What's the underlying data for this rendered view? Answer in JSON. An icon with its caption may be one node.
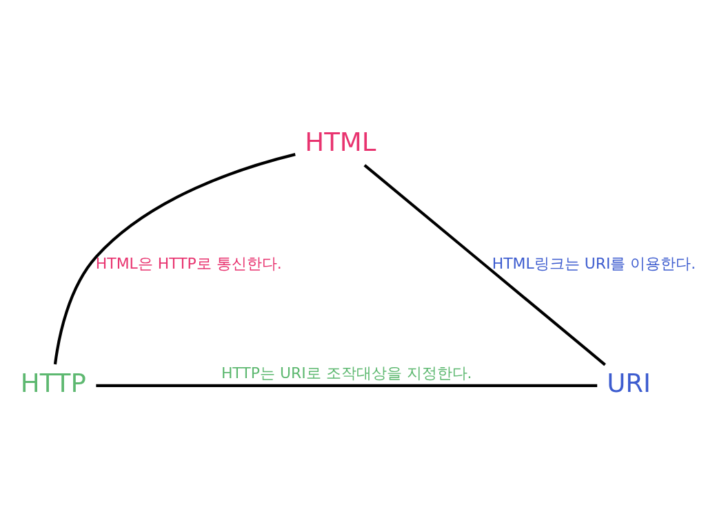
{
  "diagram": {
    "nodes": [
      {
        "text": [
          "HTML"
        ]
      },
      {
        "text": [
          "HTTP"
        ]
      },
      {
        "text": [
          "URI"
        ]
      }
    ],
    "edges": [
      {
        "from": 0,
        "to": 1,
        "arrow": "none",
        "label": "HTML은 HTTP로 통신한다."
      },
      {
        "from": 0,
        "to": 2,
        "arrow": "none",
        "label": "HTML링크는 URI를 이용한다."
      },
      {
        "from": 1,
        "to": 2,
        "arrow": "none",
        "label": "HTTP는 URI로 조작대상을 지정한다."
      }
    ]
  }
}
